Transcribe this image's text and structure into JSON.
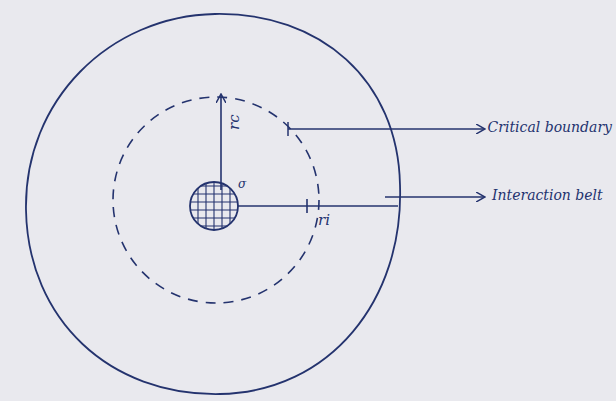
{
  "diagram": {
    "labels": [
      "rc",
      "ri",
      "σ",
      "Critical boundary",
      "Interaction belt"
    ]
  }
}
